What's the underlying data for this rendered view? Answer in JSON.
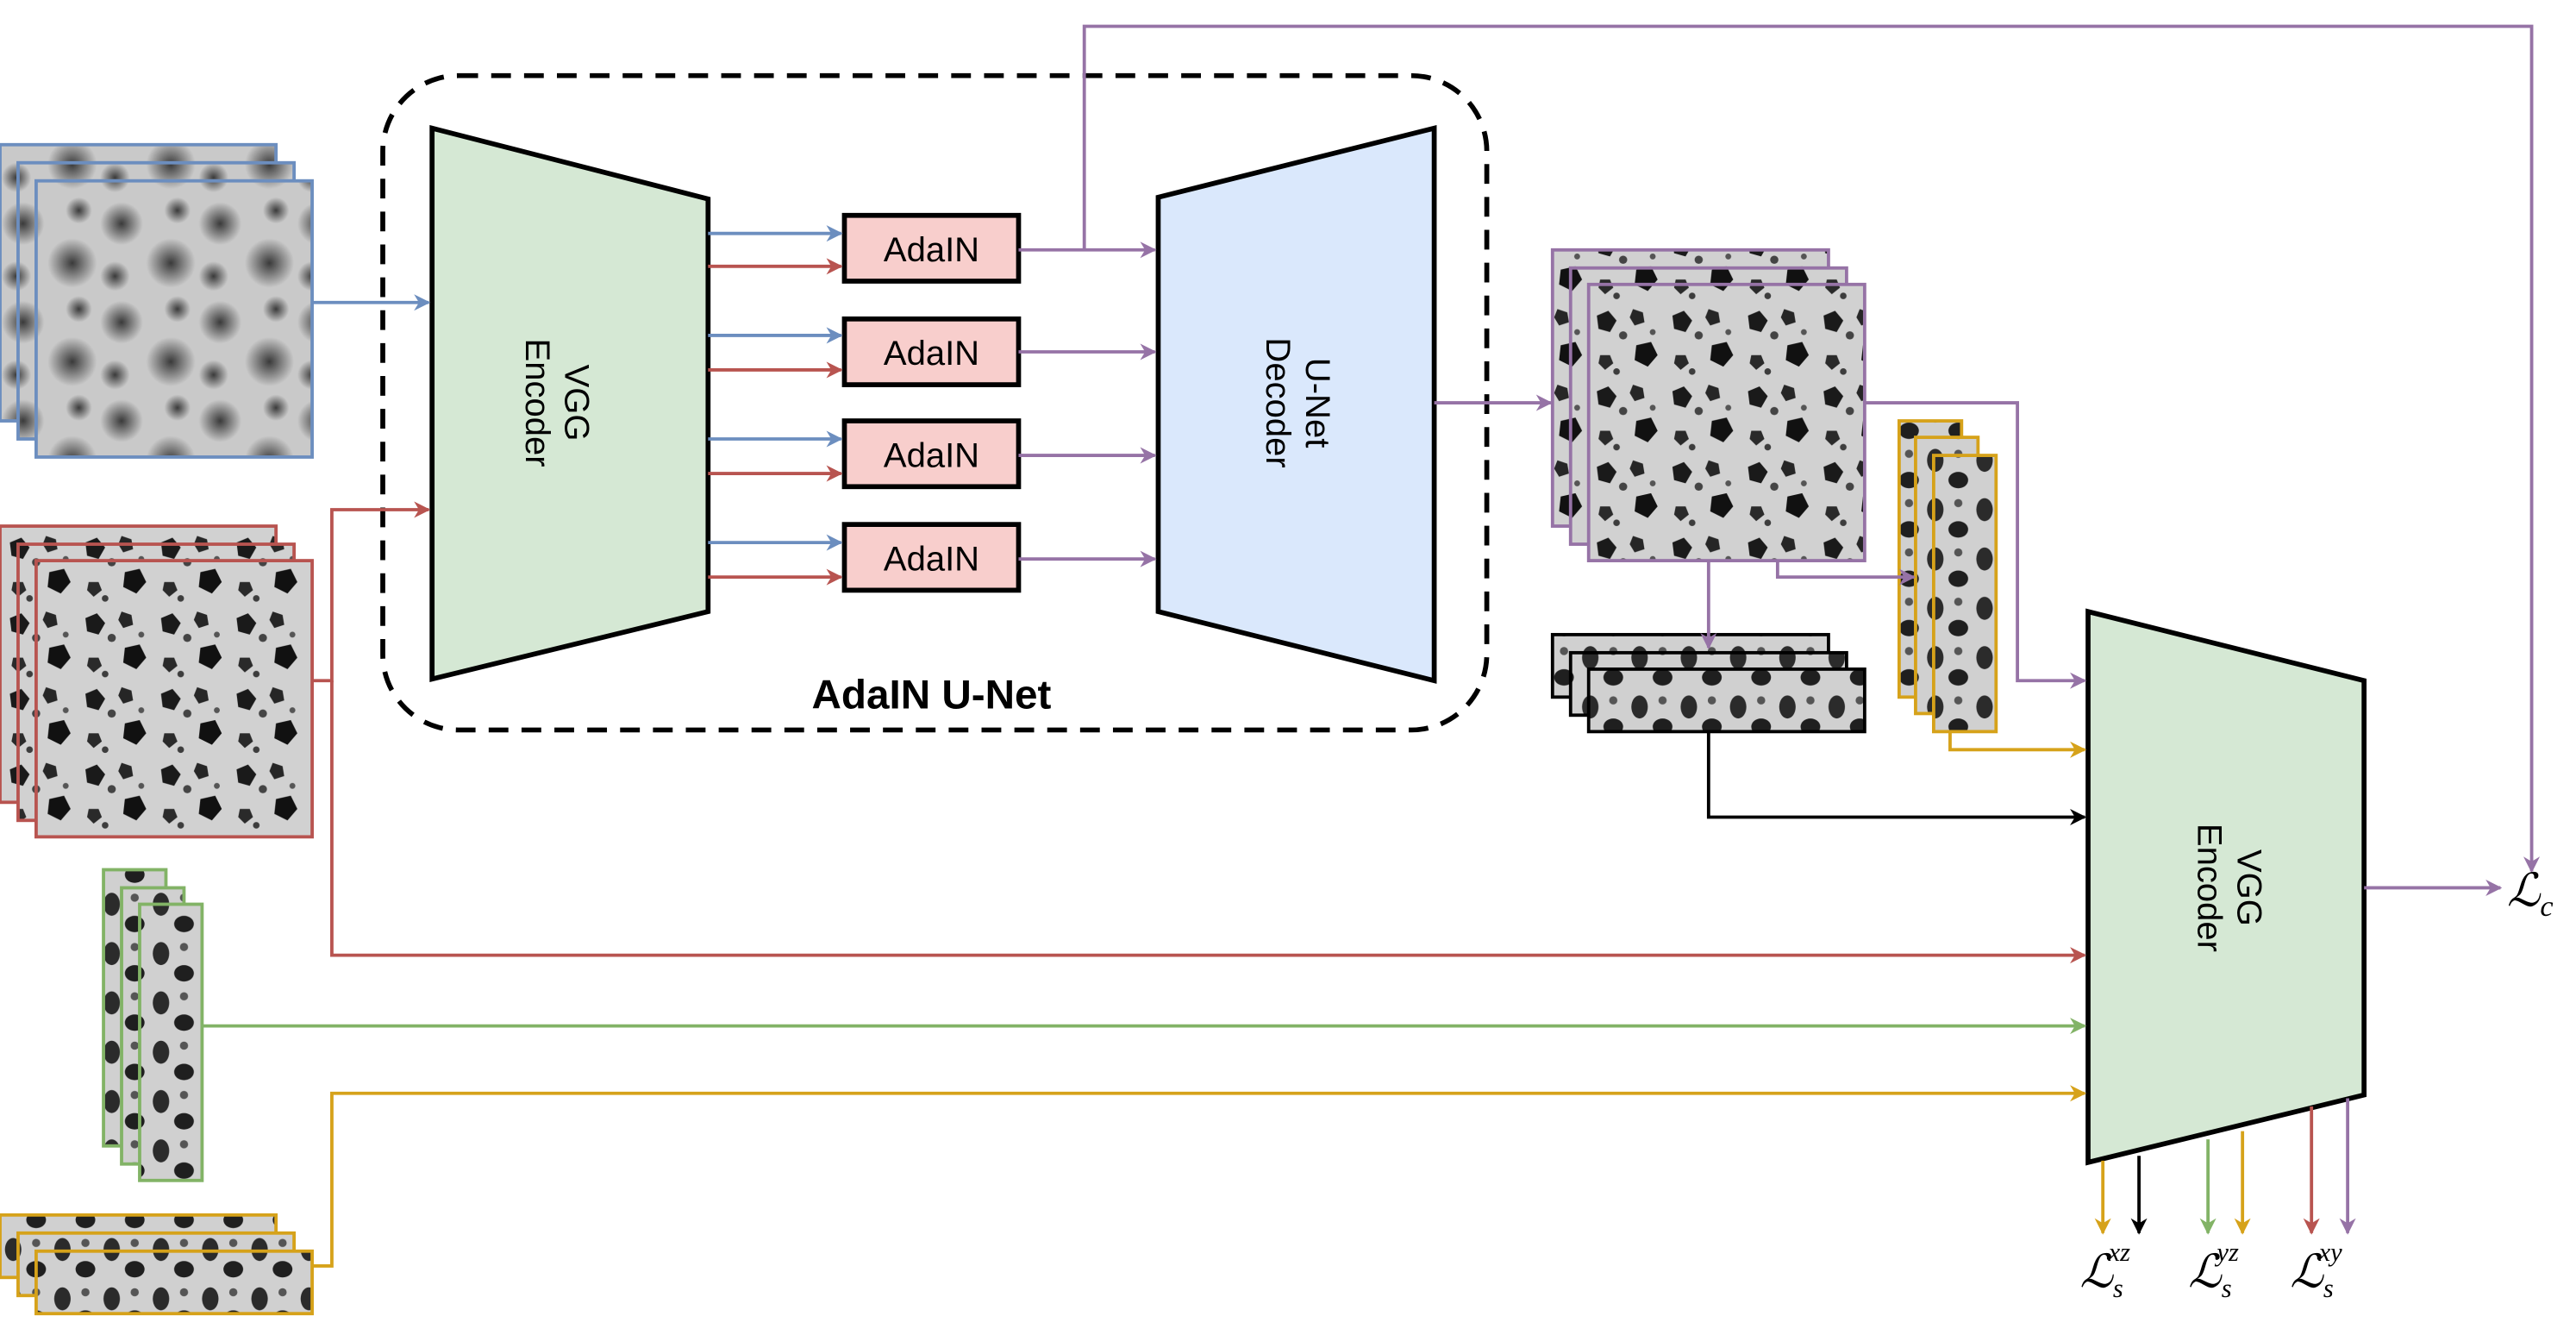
{
  "encoder_label": {
    "line1": "VGG",
    "line2": "Encoder"
  },
  "decoder_label": {
    "line1": "U-Net",
    "line2": "Decoder"
  },
  "adain_labels": [
    "AdaIN",
    "AdaIN",
    "AdaIN",
    "AdaIN"
  ],
  "group_title": "AdaIN U-Net",
  "loss_encoder_label": {
    "line1": "VGG",
    "line2": "Encoder"
  },
  "loss_content": {
    "base": "ℒ",
    "sub": "c"
  },
  "loss_style": [
    {
      "base": "ℒ",
      "sub": "s",
      "sup": "xz"
    },
    {
      "base": "ℒ",
      "sub": "s",
      "sup": "yz"
    },
    {
      "base": "ℒ",
      "sub": "s",
      "sup": "xy"
    }
  ],
  "colors": {
    "blue": "#6c8ebf",
    "red": "#b85450",
    "purple": "#9673a6",
    "green": "#82b366",
    "yellow": "#d6a21a",
    "black": "#000000",
    "encoder_fill": "#d5e8d4",
    "decoder_fill": "#dae8fc",
    "adain_fill": "#f8cecc"
  }
}
